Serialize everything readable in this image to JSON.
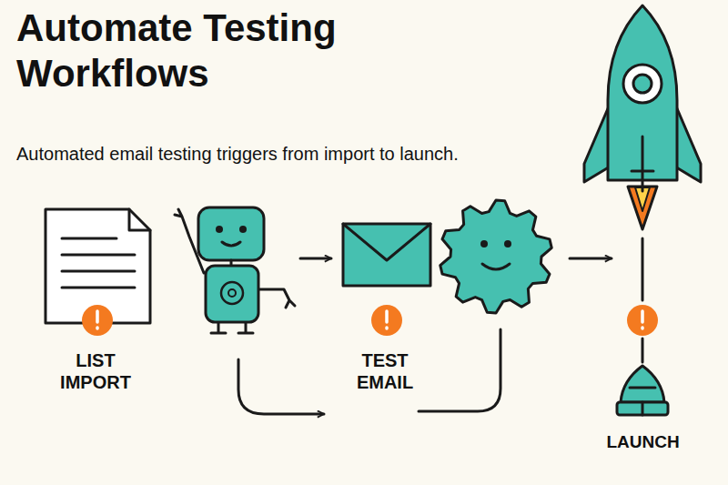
{
  "diagram": {
    "title": "Automate Testing Workflows",
    "caption": "Automated email testing triggers from import to launch.",
    "nodes": [
      {
        "text": [
          "LIST IMPORT"
        ]
      },
      {
        "text": [
          "TEST EMAIL"
        ]
      },
      {
        "text": [
          "LAUNCH"
        ]
      }
    ]
  }
}
